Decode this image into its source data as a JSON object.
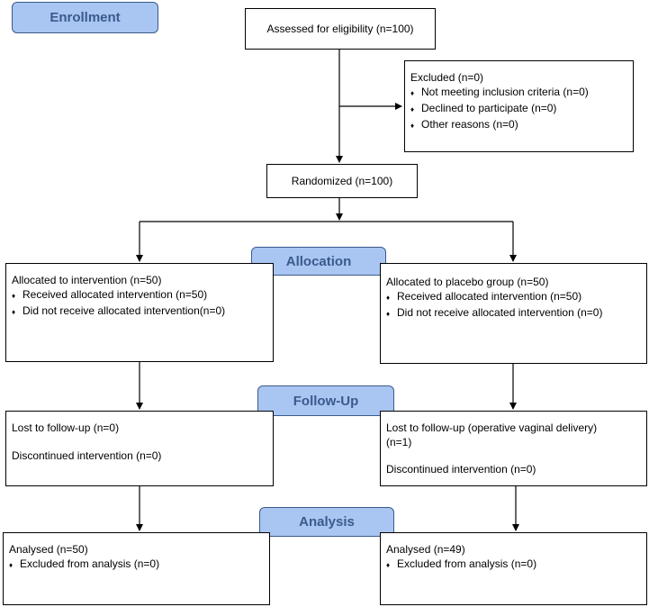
{
  "stages": {
    "enrollment": "Enrollment",
    "allocation": "Allocation",
    "followup": "Follow-Up",
    "analysis": "Analysis"
  },
  "assessed": "Assessed for eligibility (n=100)",
  "excluded": {
    "title": "Excluded (n=0)",
    "items": [
      "Not meeting inclusion criteria (n=0)",
      "Declined to participate (n=0)",
      "Other reasons (n=0)"
    ]
  },
  "randomized": "Randomized (n=100)",
  "allocation": {
    "left": {
      "title": "Allocated to intervention (n=50)",
      "items": [
        "Received allocated intervention (n=50)",
        "Did not receive allocated intervention(n=0)"
      ]
    },
    "right": {
      "title": "Allocated to placebo group (n=50)",
      "items": [
        "Received allocated intervention (n=50)",
        "Did not receive allocated intervention (n=0)"
      ]
    }
  },
  "followup": {
    "left": {
      "lost": "Lost to follow-up (n=0)",
      "discontinued": "Discontinued intervention (n=0)"
    },
    "right": {
      "lost_line1": "Lost to follow-up (operative vaginal delivery)",
      "lost_line2": "(n=1)",
      "discontinued": "Discontinued intervention (n=0)"
    }
  },
  "analysis": {
    "left": {
      "title": "Analysed (n=50)",
      "items": [
        "Excluded from analysis (n=0)"
      ]
    },
    "right": {
      "title": "Analysed (n=49)",
      "items": [
        "Excluded from analysis (n=0)"
      ]
    }
  }
}
